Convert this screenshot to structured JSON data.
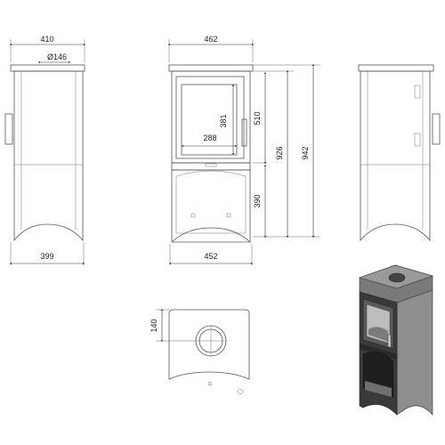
{
  "dimensions": {
    "side_left_width": "410",
    "flue_diameter": "Ø146",
    "side_left_base_width": "399",
    "front_width": "462",
    "front_base_width": "452",
    "glass_width": "288",
    "glass_height": "381",
    "height_top_section": "510",
    "height_bottom_section": "390",
    "height_flue": "926",
    "height_total": "942",
    "top_flue_offset": "140"
  },
  "colors": {
    "line": "#555555",
    "render_body": "#8a8a8a",
    "render_dark": "#2a2a2a"
  }
}
